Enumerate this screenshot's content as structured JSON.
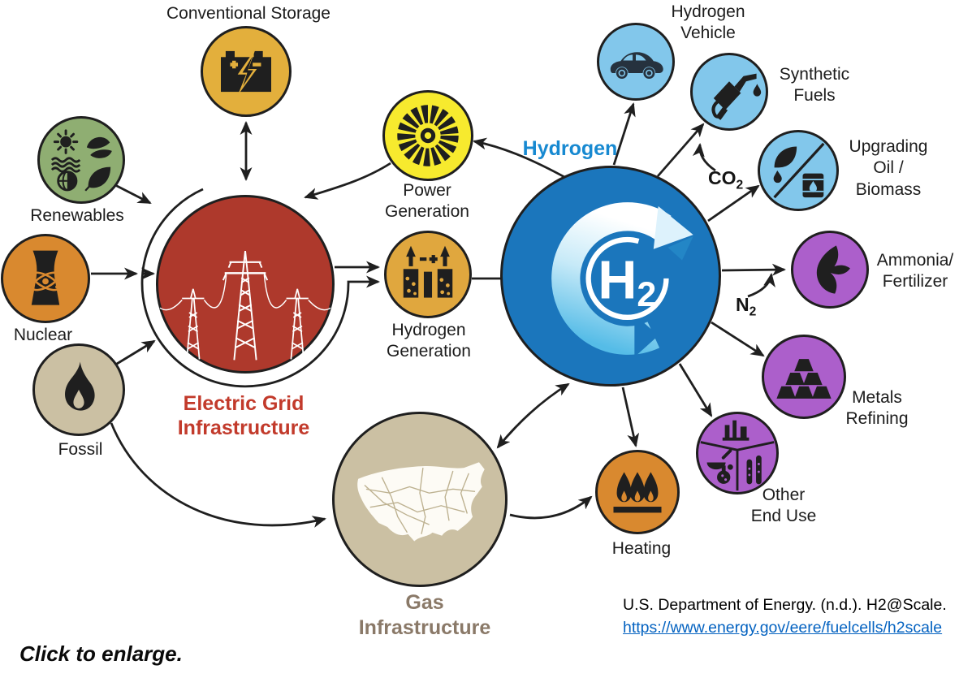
{
  "nodes": {
    "conventional_storage": {
      "label": "Conventional Storage"
    },
    "renewables": {
      "label": "Renewables"
    },
    "nuclear": {
      "label": "Nuclear"
    },
    "fossil": {
      "label": "Fossil"
    },
    "electric_grid": {
      "lines": [
        "Electric Grid",
        "Infrastructure"
      ]
    },
    "power_generation": {
      "lines": [
        "Power",
        "Generation"
      ]
    },
    "hydrogen_generation": {
      "lines": [
        "Hydrogen",
        "Generation"
      ]
    },
    "hydrogen_hub": {
      "label": "Hydrogen",
      "logo_text": "H",
      "logo_subscript": "2"
    },
    "hydrogen_vehicle": {
      "lines": [
        "Hydrogen",
        "Vehicle"
      ]
    },
    "synthetic_fuels": {
      "lines": [
        "Synthetic",
        "Fuels"
      ]
    },
    "upgrading_oil_biomass": {
      "lines": [
        "Upgrading",
        "Oil /",
        "Biomass"
      ]
    },
    "ammonia_fertilizer": {
      "lines": [
        "Ammonia/",
        "Fertilizer"
      ]
    },
    "metals_refining": {
      "lines": [
        "Metals",
        "Refining"
      ]
    },
    "other_end_use": {
      "lines": [
        "Other",
        "End Use"
      ]
    },
    "heating": {
      "label": "Heating"
    },
    "gas_infrastructure": {
      "lines": [
        "Gas",
        "Infrastructure"
      ]
    }
  },
  "molecules": {
    "co2": {
      "base": "CO",
      "sub": "2"
    },
    "n2": {
      "base": "N",
      "sub": "2"
    }
  },
  "citation": {
    "text": "U.S. Department of Energy. (n.d.). H2@Scale.",
    "link_text": "https://www.energy.gov/eere/fuelcells/h2scale"
  },
  "caption": {
    "text": "Click to enlarge."
  },
  "colors": {
    "ink": "#1f1f1f",
    "amber": "#E3AF3C",
    "yellow": "#F7EA2E",
    "gold": "#E0A73E",
    "green": "#8FAE72",
    "orange": "#D9892F",
    "tan": "#CBC0A3",
    "tan_line": "#BDB190",
    "map_white": "#FDFBF5",
    "red": "#AE392C",
    "red_label": "#C23A2B",
    "blue": "#1B76BC",
    "light_blue": "#82C7EB",
    "purple": "#AC5FCB",
    "brown_label": "#8A7968",
    "hyd_label": "#1789D1",
    "link": "#0563C1",
    "car": "#26323E"
  }
}
